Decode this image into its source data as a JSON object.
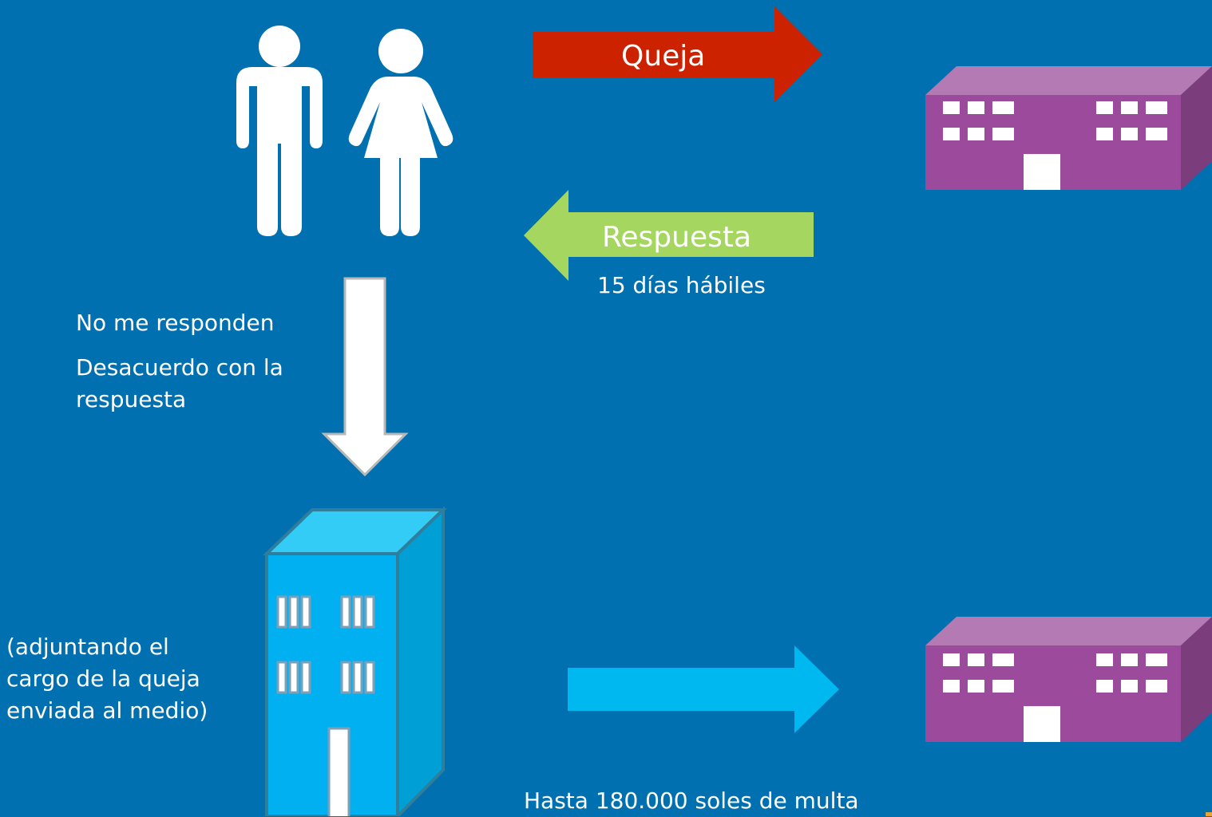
{
  "arrows": {
    "complaint_label": "Queja",
    "response_label": "Respuesta",
    "response_deadline": "15 días hábiles"
  },
  "escalation": {
    "reasons": [
      "No me responden",
      "Desacuerdo con la respuesta"
    ]
  },
  "attachment_note": "(adjuntando el cargo de la queja enviada al medio)",
  "penalty_note": "Hasta 180.000 soles de multa",
  "colors": {
    "background": "#0070b0",
    "complaint_arrow": "#cc2200",
    "response_arrow": "#a5d65f",
    "forward_arrow": "#00b8f0",
    "media_building": "#9b4a9c",
    "regulator_building": "#00b0f0"
  },
  "icons": [
    "man-icon",
    "woman-icon",
    "media-building-icon",
    "regulator-building-icon"
  ]
}
